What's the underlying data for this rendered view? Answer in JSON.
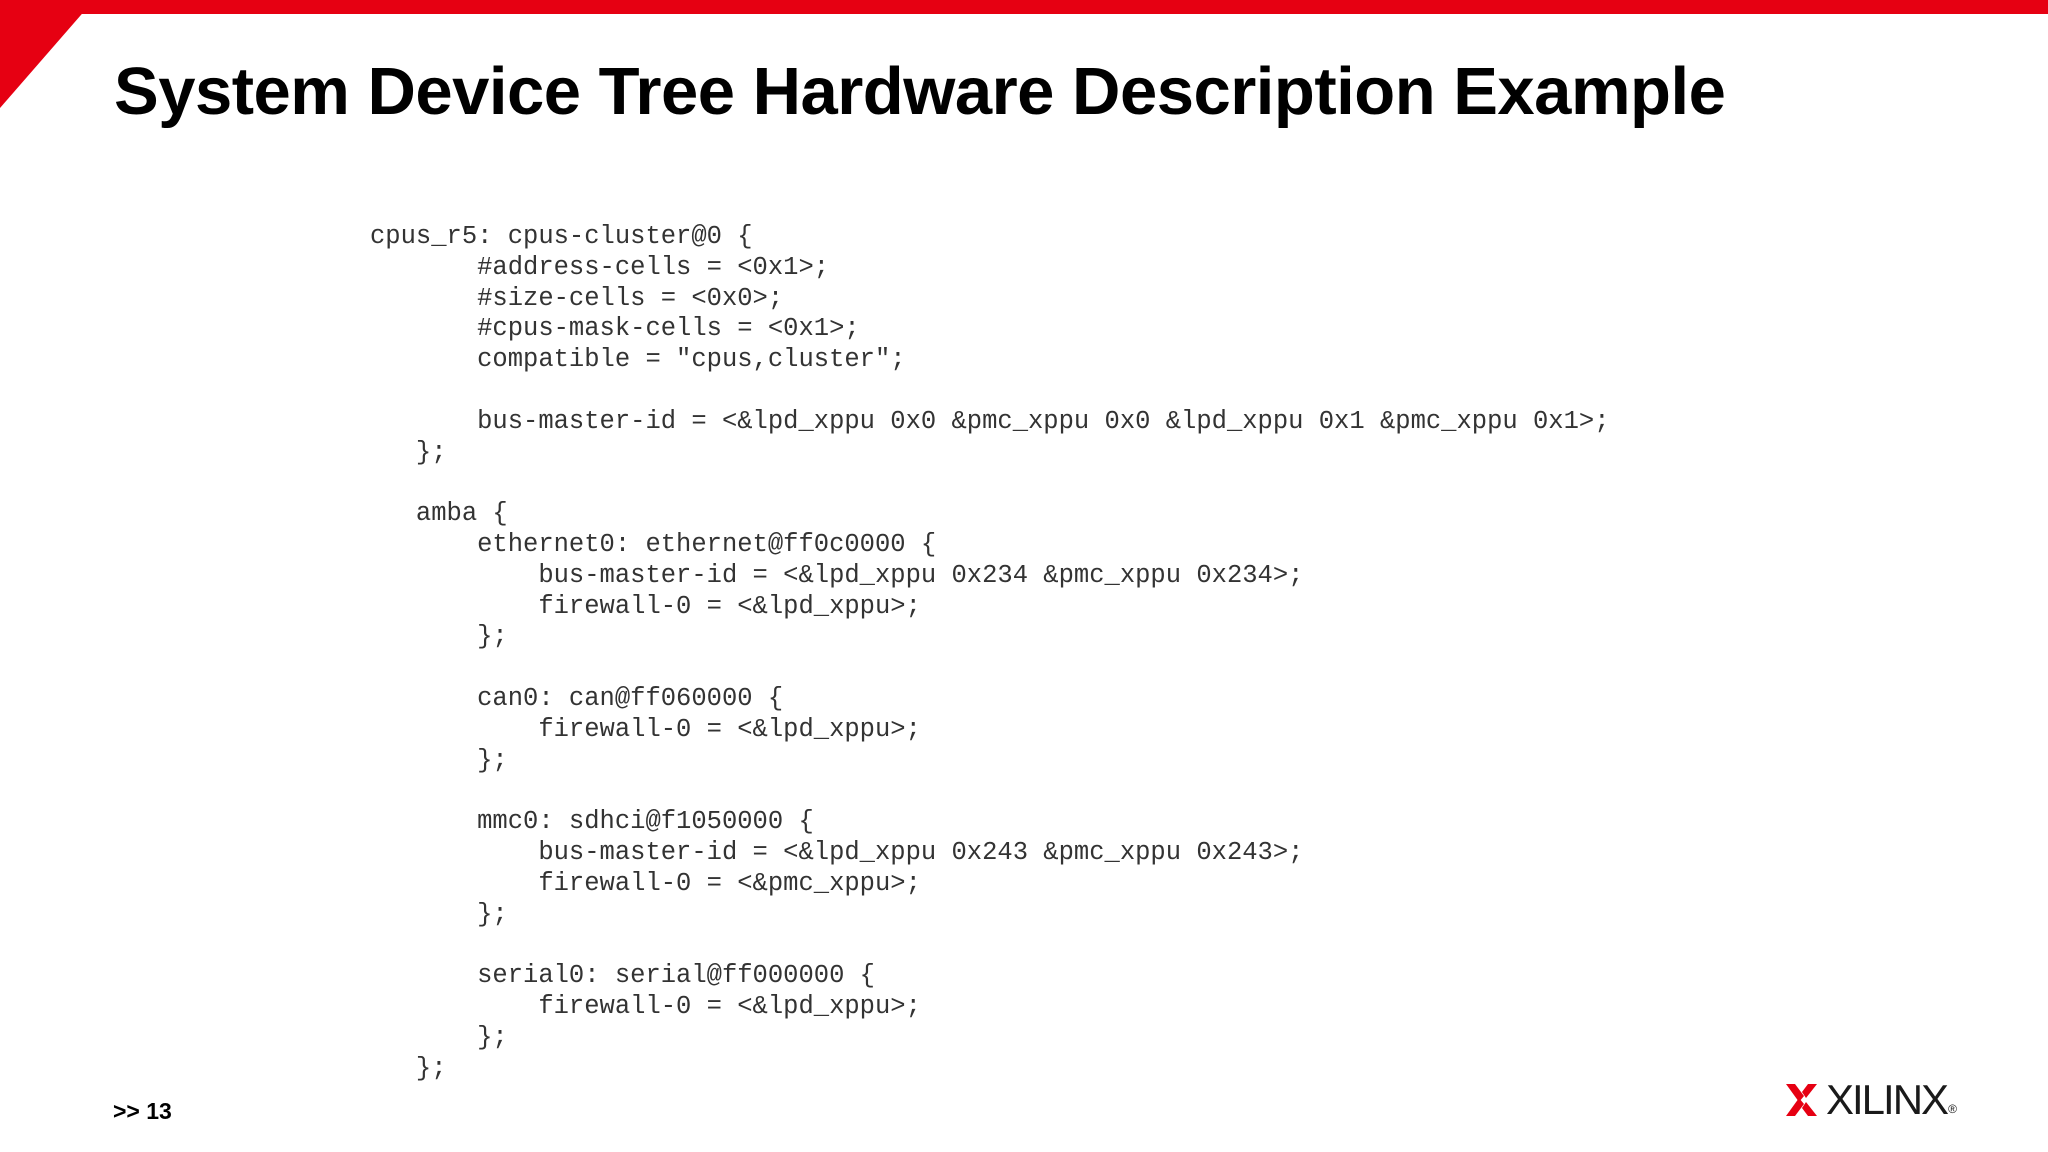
{
  "theme": {
    "accent": "#e60012"
  },
  "slide": {
    "title": "System Device Tree Hardware Description Example",
    "page_number": ">> 13"
  },
  "code": {
    "lines": [
      "cpus_r5: cpus-cluster@0 {",
      "       #address-cells = <0x1>;",
      "       #size-cells = <0x0>;",
      "       #cpus-mask-cells = <0x1>;",
      "       compatible = \"cpus,cluster\";",
      "",
      "       bus-master-id = <&lpd_xppu 0x0 &pmc_xppu 0x0 &lpd_xppu 0x1 &pmc_xppu 0x1>;",
      "   };",
      "",
      "   amba {",
      "       ethernet0: ethernet@ff0c0000 {",
      "           bus-master-id = <&lpd_xppu 0x234 &pmc_xppu 0x234>;",
      "           firewall-0 = <&lpd_xppu>;",
      "       };",
      "",
      "       can0: can@ff060000 {",
      "           firewall-0 = <&lpd_xppu>;",
      "       };",
      "",
      "       mmc0: sdhci@f1050000 {",
      "           bus-master-id = <&lpd_xppu 0x243 &pmc_xppu 0x243>;",
      "           firewall-0 = <&pmc_xppu>;",
      "       };",
      "",
      "       serial0: serial@ff000000 {",
      "           firewall-0 = <&lpd_xppu>;",
      "       };",
      "   };"
    ]
  },
  "logo": {
    "icon": "xilinx-x-icon",
    "text": "XILINX",
    "registered": "®"
  }
}
